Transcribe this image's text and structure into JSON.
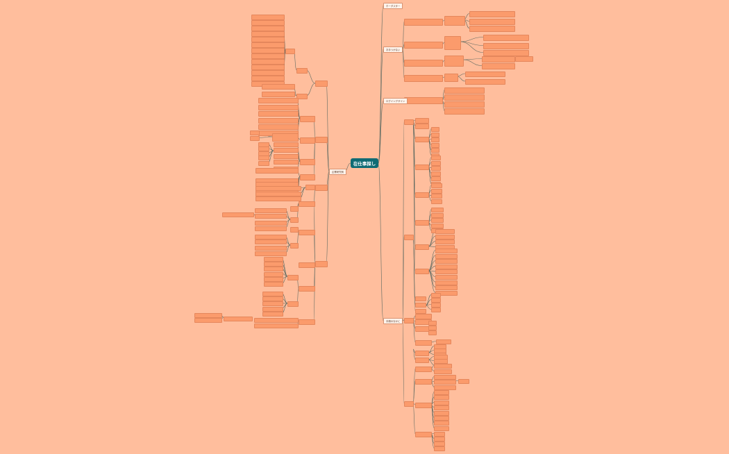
{
  "central_topic": "在仕事探し",
  "branches": {
    "b1": "ホーダスター",
    "b2": "お手つかない",
    "b3": "ログインデザイン",
    "b4": "手順のなかに",
    "b5": "企業研究例"
  },
  "colors": {
    "background": "#FFBE9D",
    "central": "#0f6b74",
    "node": "#FB9B6C",
    "line": "#5f6b62"
  }
}
